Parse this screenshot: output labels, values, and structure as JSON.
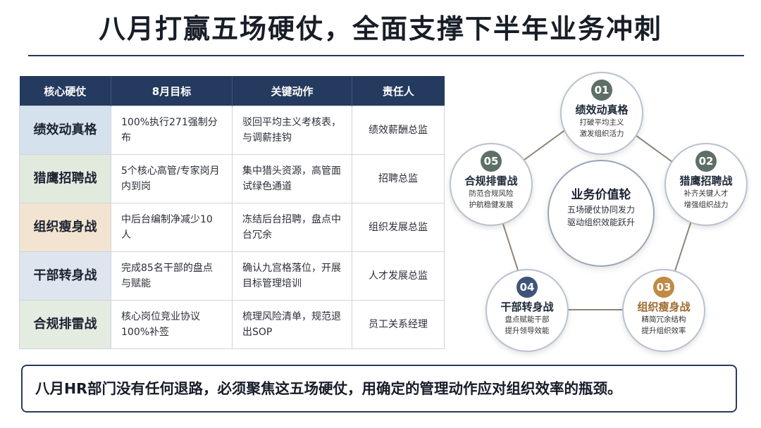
{
  "title": "八月打赢五场硬仗，全面支撑下半年业务冲刺",
  "table": {
    "headers": [
      "核心硬仗",
      "8月目标",
      "关键动作",
      "责任人"
    ],
    "rows": [
      {
        "name": "绩效动真格",
        "goal": "100%执行271强制分布",
        "action": "驳回平均主义考核表，与调薪挂钩",
        "owner": "绩效薪酬总监"
      },
      {
        "name": "猎鹰招聘战",
        "goal": "5个核心高管/专家岗月内到岗",
        "action": "集中猎头资源，高管面试绿色通道",
        "owner": "招聘总监"
      },
      {
        "name": "组织瘦身战",
        "goal": "中后台编制净减少10人",
        "action": "冻结后台招聘，盘点中台冗余",
        "owner": "组织发展总监"
      },
      {
        "name": "干部转身战",
        "goal": "完成85名干部的盘点与赋能",
        "action": "确认九宫格落位，开展目标管理培训",
        "owner": "人才发展总监"
      },
      {
        "name": "合规排雷战",
        "goal": "核心岗位竞业协议100%补签",
        "action": "梳理风险清单，规范退出SOP",
        "owner": "员工关系经理"
      }
    ]
  },
  "wheel": {
    "center": {
      "title": "业务价值轮",
      "line1": "五场硬仗协同发力",
      "line2": "驱动组织效能跃升"
    },
    "nodes": [
      {
        "num": "01",
        "title": "绩效动真格",
        "sub1": "打破平均主义",
        "sub2": "激发组织活力",
        "color": "#5d6f66"
      },
      {
        "num": "02",
        "title": "猎鹰招聘战",
        "sub1": "补齐关键人才",
        "sub2": "增强组织战力",
        "color": "#5d6f66"
      },
      {
        "num": "03",
        "title": "组织瘦身战",
        "sub1": "精简冗余结构",
        "sub2": "提升组织效率",
        "color": "#c08a47"
      },
      {
        "num": "04",
        "title": "干部转身战",
        "sub1": "盘点赋能干部",
        "sub2": "提升领导效能",
        "color": "#3f5578"
      },
      {
        "num": "05",
        "title": "合规排雷战",
        "sub1": "防范合规风险",
        "sub2": "护航稳健发展",
        "color": "#5d6f66"
      }
    ]
  },
  "banner": "八月HR部门没有任何退路，必须聚焦这五场硬仗，用确定的管理动作应对组织效率的瓶颈。"
}
